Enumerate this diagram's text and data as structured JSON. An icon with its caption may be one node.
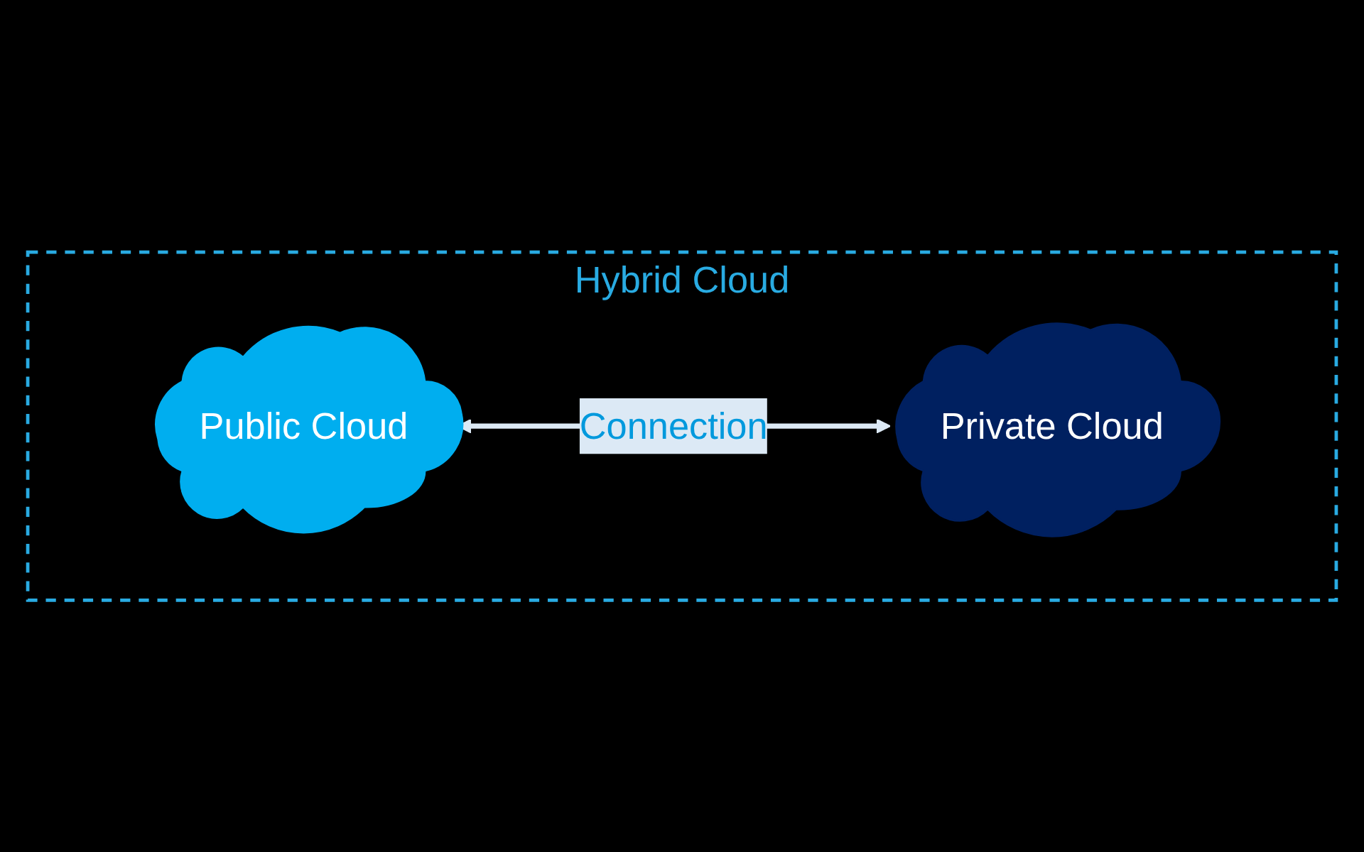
{
  "diagram": {
    "nodes": [
      {
        "text": [
          "Hybrid Cloud"
        ]
      },
      {
        "text": [
          "Public Cloud"
        ],
        "in": 0
      },
      {
        "text": [
          "Private Cloud"
        ],
        "in": 0
      }
    ],
    "edges": [
      {
        "from": 1,
        "to": 2,
        "arrow": "both",
        "label": "Connection"
      }
    ]
  }
}
